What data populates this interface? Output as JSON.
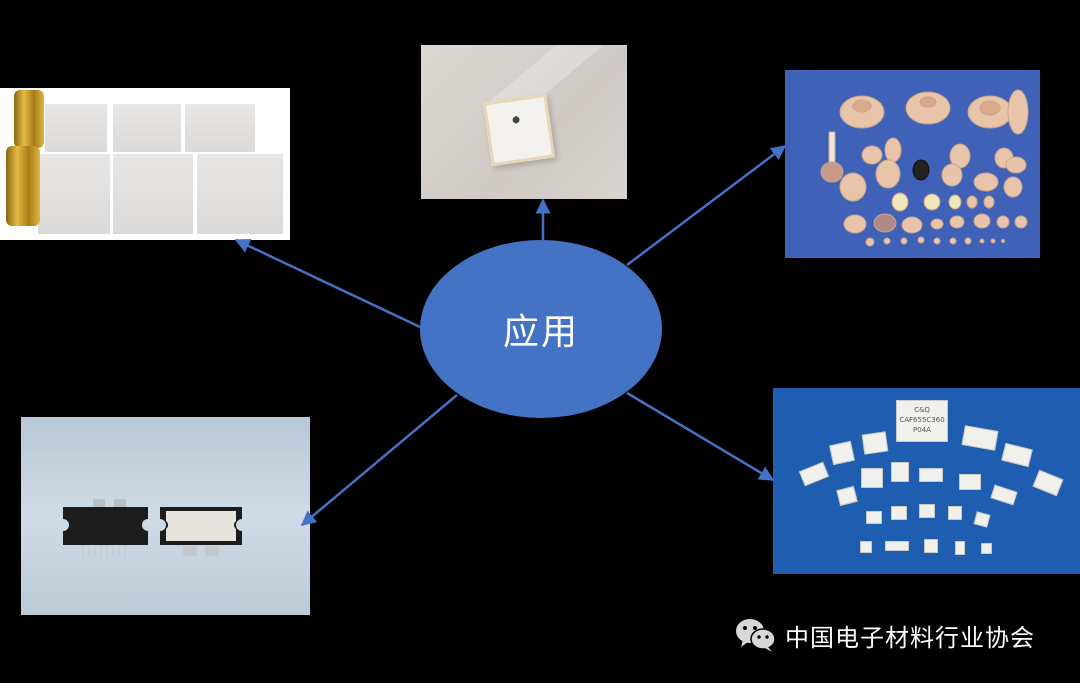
{
  "diagram": {
    "center_node": {
      "label": "应用",
      "color": "#4472c4"
    },
    "arrow_color": "#4472c4",
    "branches": [
      {
        "id": "photo-ceramic-filter",
        "description": "ceramic dielectric filter blocks with SMA connectors"
      },
      {
        "id": "photo-patch-antenna",
        "description": "ceramic GPS patch antenna"
      },
      {
        "id": "photo-ceramic-resonators",
        "description": "assorted microwave ceramic resonators on blue background"
      },
      {
        "id": "photo-power-transistor",
        "description": "RF power transistor packages"
      },
      {
        "id": "photo-saw-filters",
        "description": "SAW / ceramic filter components on blue background"
      }
    ],
    "chip_label": "C&Q\nCAF655C360\nP04A"
  },
  "watermark": {
    "icon": "wechat-icon",
    "text": "中国电子材料行业协会"
  },
  "background_color": "#000000"
}
